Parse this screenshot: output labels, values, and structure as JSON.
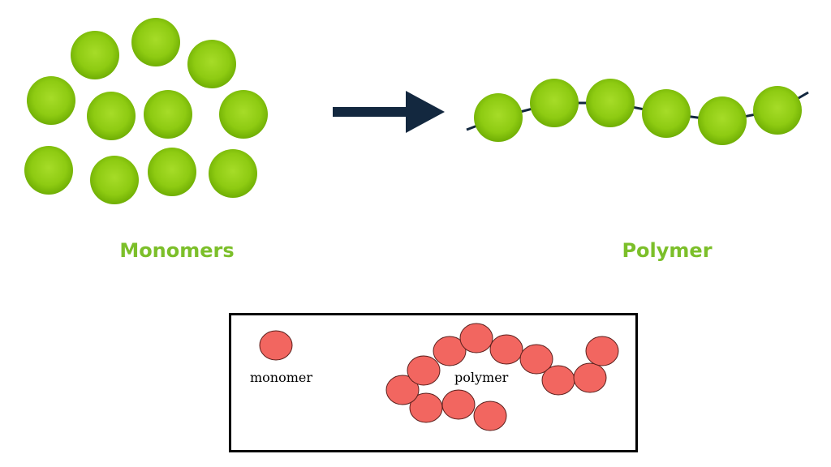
{
  "labels": {
    "monomers": "Monomers",
    "polymer": "Polymer"
  },
  "legend": {
    "monomer_label": "monomer",
    "polymer_label": "polymer"
  },
  "colors": {
    "green_bead_center": "#a6dc28",
    "green_bead_edge": "#6fae04",
    "green_label": "#7cbf2a",
    "arrow": "#13283f",
    "chain_line": "#13283f",
    "red_bead_fill": "#f26660",
    "red_bead_stroke": "#5a1f1c",
    "legend_border": "#000000"
  },
  "icons": {
    "arrow": "right-arrow-icon"
  }
}
